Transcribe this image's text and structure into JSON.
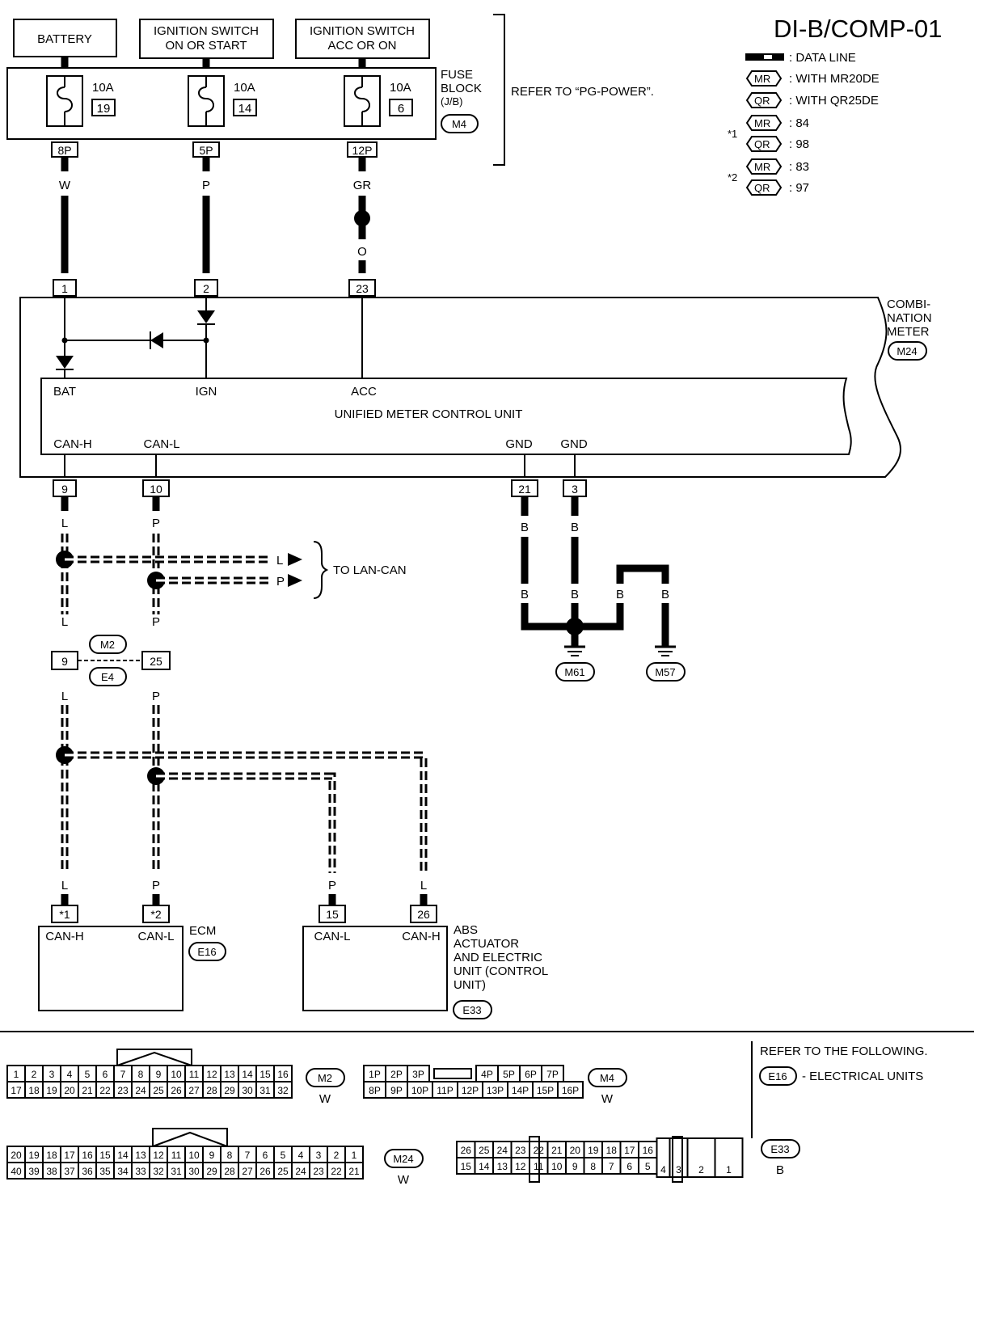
{
  "diagram_id": "DI-B/COMP-01",
  "legend": {
    "data_line": ": DATA LINE",
    "mr_tag": "MR",
    "qr_tag": "QR",
    "mr_with": ": WITH MR20DE",
    "qr_with": ": WITH QR25DE",
    "star1": "*1",
    "star1_mr": ": 84",
    "star1_qr": ": 98",
    "star2": "*2",
    "star2_mr": ": 83",
    "star2_qr": ": 97"
  },
  "sources": {
    "battery": "BATTERY",
    "ign_on_start_1": "IGNITION SWITCH",
    "ign_on_start_2": "ON OR START",
    "ign_acc_on_1": "IGNITION SWITCH",
    "ign_acc_on_2": "ACC OR ON"
  },
  "fuse_block": {
    "line1": "FUSE",
    "line2": "BLOCK",
    "line3": "(J/B)",
    "conn": "M4",
    "refer": "REFER TO “PG-POWER”.",
    "fuses": [
      {
        "amp": "10A",
        "num": "19",
        "pin": "8P",
        "wire": "W"
      },
      {
        "amp": "10A",
        "num": "14",
        "pin": "5P",
        "wire": "P"
      },
      {
        "amp": "10A",
        "num": "6",
        "pin": "12P",
        "wire": "GR",
        "wire2": "O"
      }
    ]
  },
  "meter": {
    "name1": "COMBI-",
    "name2": "NATION",
    "name3": "METER",
    "conn": "M24",
    "unit": "UNIFIED METER CONTROL UNIT",
    "pins_top": [
      "1",
      "2",
      "23"
    ],
    "bat": "BAT",
    "ign": "IGN",
    "acc": "ACC",
    "canh": "CAN-H",
    "canl": "CAN-L",
    "gnd1": "GND",
    "gnd2": "GND",
    "pins_bottom": [
      "9",
      "10",
      "21",
      "3"
    ]
  },
  "wires": {
    "l": "L",
    "p": "P",
    "b": "B",
    "to_lan_can": "TO LAN-CAN"
  },
  "inline": {
    "m2": "M2",
    "e4": "E4",
    "pin9": "9",
    "pin25": "25"
  },
  "grounds": {
    "m61": "M61",
    "m57": "M57"
  },
  "ecm": {
    "name": "ECM",
    "conn": "E16",
    "pin1": "*1",
    "pin2": "*2",
    "canh": "CAN-H",
    "canl": "CAN-L"
  },
  "abs": {
    "line1": "ABS",
    "line2": "ACTUATOR",
    "line3": "AND ELECTRIC",
    "line4": "UNIT (CONTROL",
    "line5": "UNIT)",
    "conn": "E33",
    "pin15": "15",
    "pin26": "26",
    "canl": "CAN-L",
    "canh": "CAN-H"
  },
  "refer_following": {
    "line1": "REFER TO THE FOLLOWING.",
    "conn": "E16",
    "text": "- ELECTRICAL UNITS"
  },
  "connector_views": {
    "m2": {
      "id": "M2",
      "color": "W",
      "row1": [
        "1",
        "2",
        "3",
        "4",
        "5",
        "6",
        "7",
        "8",
        "9",
        "10",
        "11",
        "12",
        "13",
        "14",
        "15",
        "16"
      ],
      "row2": [
        "17",
        "18",
        "19",
        "20",
        "21",
        "22",
        "23",
        "24",
        "25",
        "26",
        "27",
        "28",
        "29",
        "30",
        "31",
        "32"
      ]
    },
    "m4": {
      "id": "M4",
      "color": "W",
      "row1": [
        "1P",
        "2P",
        "3P",
        "",
        "4P",
        "5P",
        "6P",
        "7P"
      ],
      "row2": [
        "8P",
        "9P",
        "10P",
        "11P",
        "12P",
        "13P",
        "14P",
        "15P",
        "16P"
      ]
    },
    "m24": {
      "id": "M24",
      "color": "W",
      "row1": [
        "20",
        "19",
        "18",
        "17",
        "16",
        "15",
        "14",
        "13",
        "12",
        "11",
        "10",
        "9",
        "8",
        "7",
        "6",
        "5",
        "4",
        "3",
        "2",
        "1"
      ],
      "row2": [
        "40",
        "39",
        "38",
        "37",
        "36",
        "35",
        "34",
        "33",
        "32",
        "31",
        "30",
        "29",
        "28",
        "27",
        "26",
        "25",
        "24",
        "23",
        "22",
        "21"
      ]
    },
    "e33": {
      "id": "E33",
      "color": "B",
      "row1": [
        "26",
        "25",
        "24",
        "23",
        "22",
        "21",
        "20",
        "19",
        "18",
        "17",
        "16"
      ],
      "row2": [
        "15",
        "14",
        "13",
        "12",
        "11",
        "10",
        "9",
        "8",
        "7",
        "6",
        "5"
      ],
      "big": [
        "4",
        "3",
        "2",
        "1"
      ]
    }
  }
}
